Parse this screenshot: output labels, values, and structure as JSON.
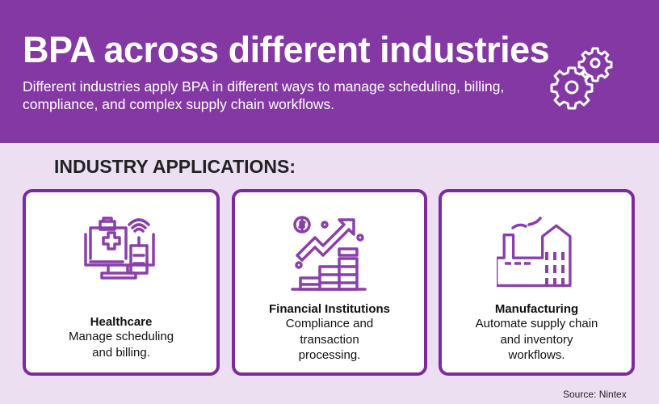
{
  "header": {
    "title": "BPA across different industries",
    "subtitle": "Different industries apply BPA in different ways to manage scheduling, billing, compliance, and complex supply chain workflows.",
    "icon": "gears-icon"
  },
  "section_title": "INDUSTRY APPLICATIONS:",
  "cards": [
    {
      "name": "Healthcare",
      "desc": "Manage scheduling and billing.",
      "icon": "medical-computer-icon"
    },
    {
      "name": "Financial Institutions",
      "desc": "Compliance and transaction processing.",
      "icon": "finance-growth-icon"
    },
    {
      "name": "Manufacturing",
      "desc": "Automate supply chain and inventory workflows.",
      "icon": "factory-icon"
    }
  ],
  "source": "Source: Nintex",
  "colors": {
    "header": "#8438a3",
    "background": "#ecdff2",
    "border": "#7b2b9c",
    "icon": "#8a3fab"
  }
}
